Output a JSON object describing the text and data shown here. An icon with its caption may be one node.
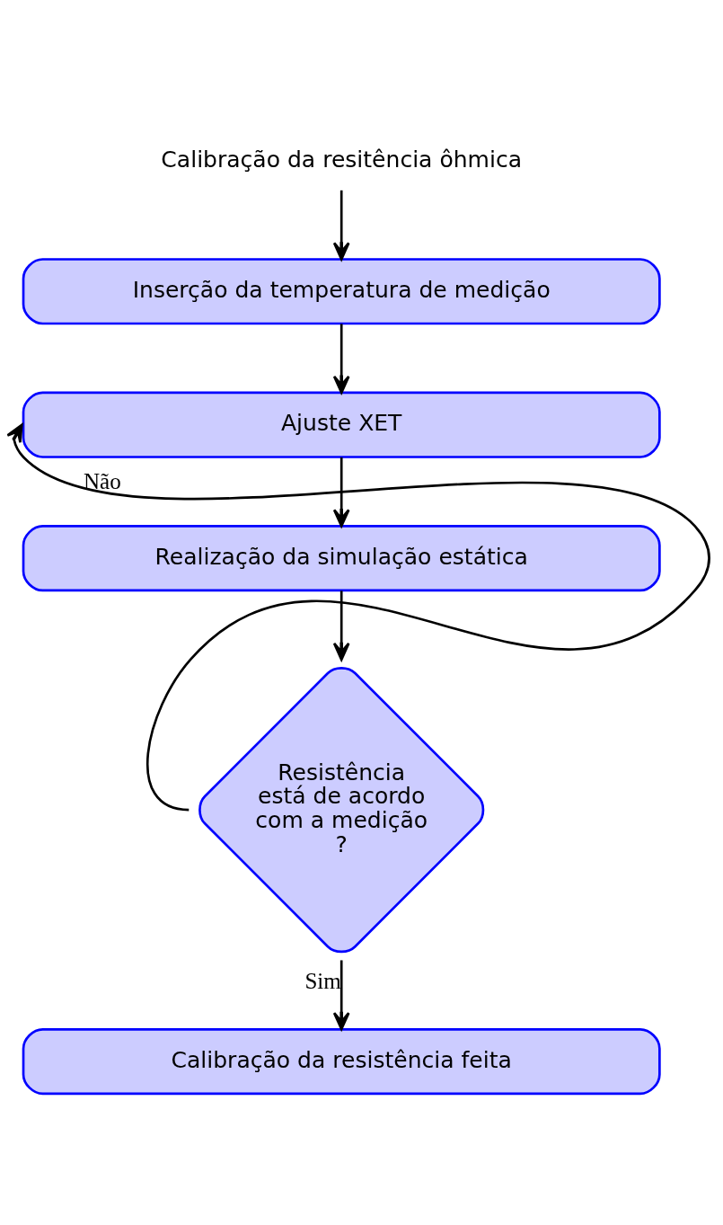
{
  "diagram": {
    "nodes": [
      {
        "text": [
          "Calibração da resitência ôhmica"
        ]
      },
      {
        "text": [
          "Inserção da temperatura de medição"
        ]
      },
      {
        "text": [
          "Ajuste XET"
        ]
      },
      {
        "text": [
          "Realização da simulação estática"
        ]
      },
      {
        "text": [
          "Resistência está de acordo com a medição ?"
        ]
      },
      {
        "text": [
          "Calibração da resistência feita"
        ]
      }
    ],
    "edges": [
      {
        "from": 0,
        "to": 1,
        "arrow": "to"
      },
      {
        "from": 1,
        "to": 2,
        "arrow": "to"
      },
      {
        "from": 2,
        "to": 3,
        "arrow": "to"
      },
      {
        "from": 3,
        "to": 4,
        "arrow": "to"
      },
      {
        "from": 4,
        "to": 2,
        "arrow": "to",
        "label": "Não"
      },
      {
        "from": 4,
        "to": 5,
        "arrow": "to",
        "label": "Sim"
      }
    ]
  }
}
